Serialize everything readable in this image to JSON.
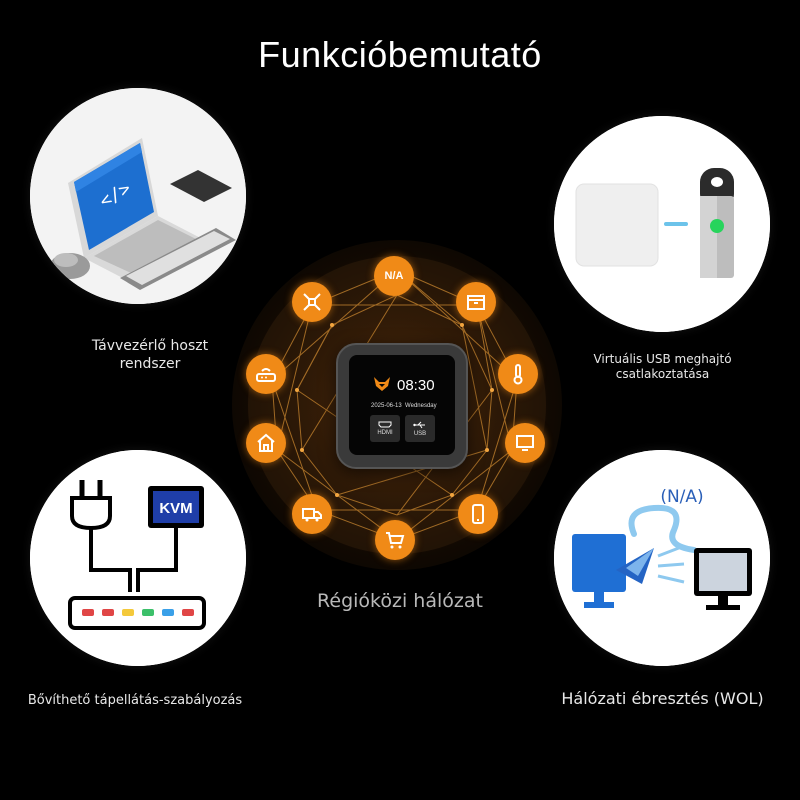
{
  "title": "Funkcióbemutató",
  "features": {
    "remote_control": {
      "caption": "Távvezérlő hoszt\nrendszer"
    },
    "virtual_usb": {
      "caption": "Virtuális USB meghajtó\ncsatlakoztatása"
    },
    "power": {
      "caption": "Bővíthető tápellátás-szabályozás",
      "kvm_label": "KVM"
    },
    "wol": {
      "caption": "Hálózati ébresztés (WOL)",
      "na_label": "(N/A)"
    }
  },
  "hub": {
    "caption": "Régióközi hálózat",
    "top_orb_label": "N/A",
    "orbs": [
      "satellite-dish-icon",
      "box-icon",
      "thermometer-icon",
      "monitor-icon",
      "phone-icon",
      "cart-icon",
      "truck-icon",
      "home-icon",
      "router-icon",
      "drone-icon"
    ],
    "device": {
      "time": "08:30",
      "date": "2025-06-13",
      "weekday": "Wednesday",
      "port1": "HDMI",
      "port2": "USB"
    }
  },
  "colors": {
    "accent": "#f08a17",
    "background": "#000000"
  }
}
